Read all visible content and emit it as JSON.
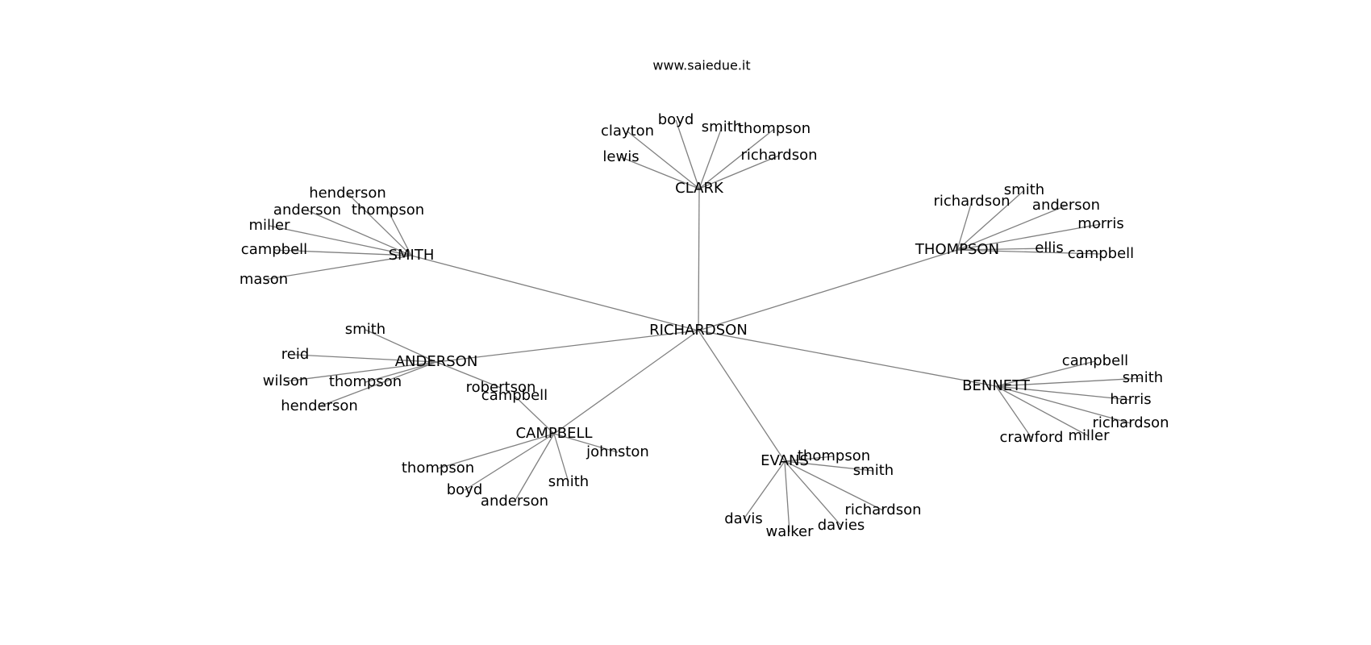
{
  "header": {
    "source": "www.saiedue.it"
  },
  "network": {
    "root": "RICHARDSON",
    "groups": [
      {
        "hub": "CLARK",
        "leaves": [
          "clayton",
          "boyd",
          "smith",
          "thompson",
          "lewis",
          "richardson"
        ]
      },
      {
        "hub": "SMITH",
        "leaves": [
          "henderson",
          "anderson",
          "thompson",
          "miller",
          "campbell",
          "mason"
        ]
      },
      {
        "hub": "THOMPSON",
        "leaves": [
          "richardson",
          "smith",
          "anderson",
          "morris",
          "ellis",
          "campbell"
        ]
      },
      {
        "hub": "ANDERSON",
        "leaves": [
          "smith",
          "reid",
          "wilson",
          "thompson",
          "henderson",
          "robertson"
        ]
      },
      {
        "hub": "CAMPBELL",
        "leaves": [
          "campbell",
          "johnston",
          "thompson",
          "boyd",
          "anderson",
          "smith"
        ]
      },
      {
        "hub": "EVANS",
        "leaves": [
          "thompson",
          "smith",
          "richardson",
          "davis",
          "walker",
          "davies"
        ]
      },
      {
        "hub": "BENNETT",
        "leaves": [
          "campbell",
          "smith",
          "harris",
          "richardson",
          "crawford",
          "miller"
        ]
      }
    ]
  }
}
